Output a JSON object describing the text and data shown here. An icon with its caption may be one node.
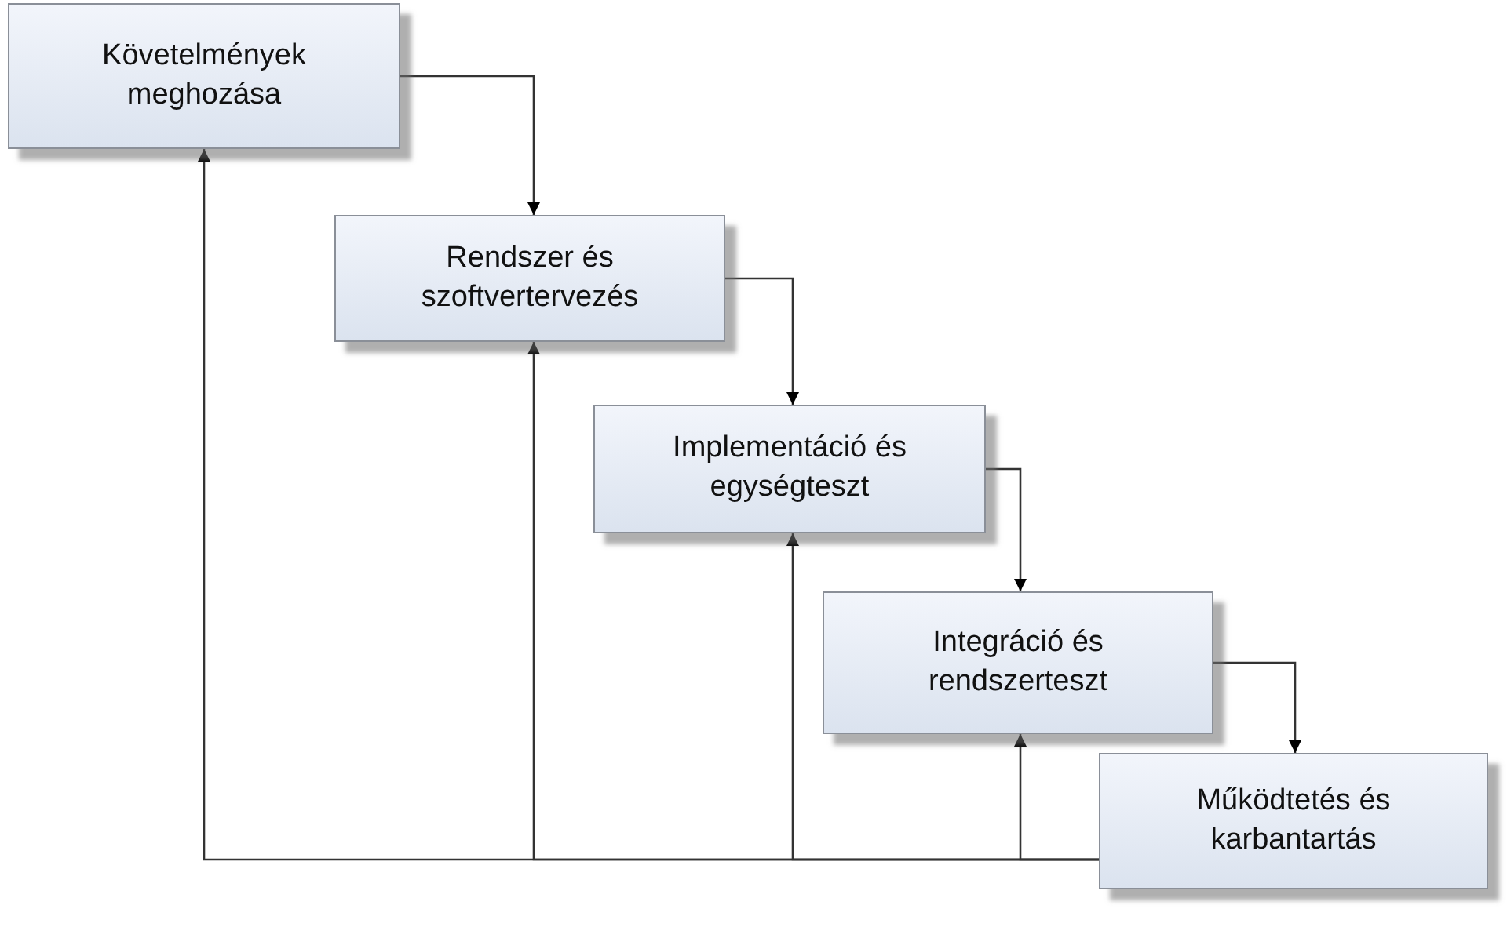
{
  "diagram": {
    "nodes": [
      {
        "text": [
          "Követelmények meghozása"
        ]
      },
      {
        "text": [
          "Rendszer és szoftvertervezés"
        ]
      },
      {
        "text": [
          "Implementáció és egységteszt"
        ]
      },
      {
        "text": [
          "Integráció és rendszerteszt"
        ]
      },
      {
        "text": [
          "Működtetés és karbantartás"
        ]
      }
    ],
    "edges": [
      {
        "from": 0,
        "to": 1,
        "arrow": "to"
      },
      {
        "from": 1,
        "to": 2,
        "arrow": "to"
      },
      {
        "from": 2,
        "to": 3,
        "arrow": "to"
      },
      {
        "from": 3,
        "to": 4,
        "arrow": "to"
      },
      {
        "from": 4,
        "to": 0,
        "arrow": "to"
      },
      {
        "from": 4,
        "to": 1,
        "arrow": "to"
      },
      {
        "from": 4,
        "to": 2,
        "arrow": "to"
      },
      {
        "from": 4,
        "to": 3,
        "arrow": "to"
      }
    ]
  }
}
